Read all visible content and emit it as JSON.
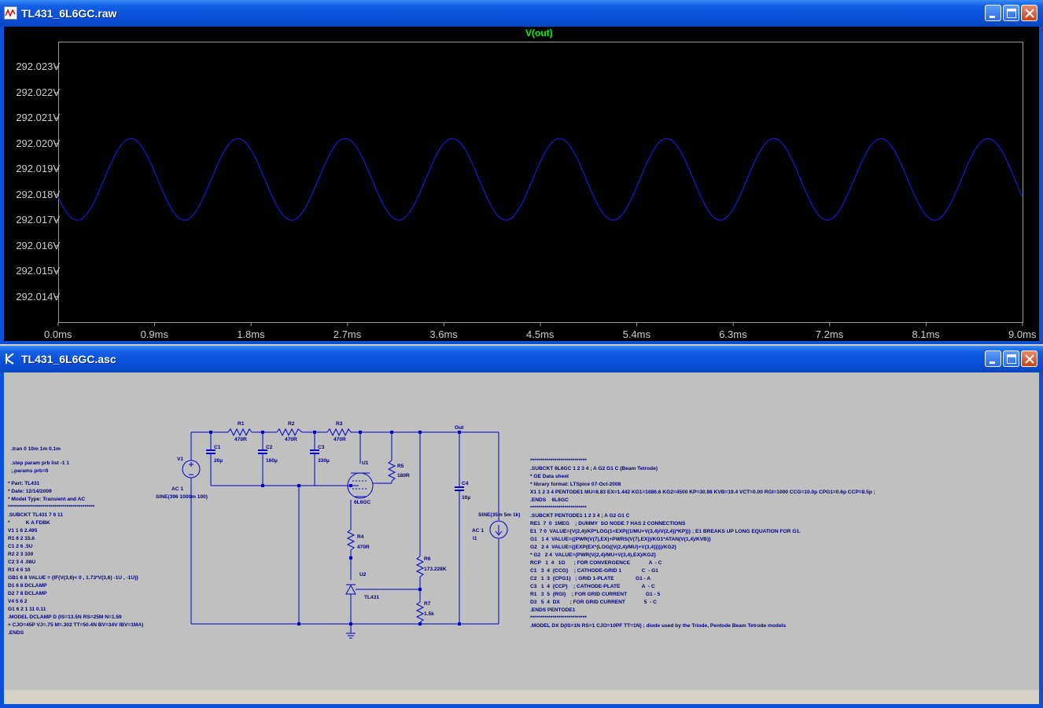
{
  "waveform_window": {
    "title": "TL431_6L6GC.raw",
    "trace_name": "V(out)",
    "trace_color": "#1a1ad8",
    "y_ticks": [
      "292.023V",
      "292.022V",
      "292.021V",
      "292.020V",
      "292.019V",
      "292.018V",
      "292.017V",
      "292.016V",
      "292.015V",
      "292.014V"
    ],
    "x_ticks": [
      "0.0ms",
      "0.9ms",
      "1.8ms",
      "2.7ms",
      "3.6ms",
      "4.5ms",
      "5.4ms",
      "6.3ms",
      "7.2ms",
      "8.1ms",
      "9.0ms"
    ]
  },
  "chart_data": {
    "type": "line",
    "title": "V(out)",
    "xlabel": "",
    "ylabel": "",
    "xlim": [
      0,
      9.0
    ],
    "ylim": [
      292.013,
      292.024
    ],
    "series": [
      {
        "name": "V(out)",
        "frequency_hz": 1000,
        "offset_v": 292.0186,
        "amplitude_v": 0.0016,
        "x_start_ms": 0.0,
        "x_end_ms": 9.0
      }
    ]
  },
  "schematic_window": {
    "title": "TL431_6L6GC.asc",
    "directives": {
      "tran": ".tran 0 10m 1m 0.1m",
      "step": ".step param prb list -1 1",
      "params": ";.params prb=0"
    },
    "tl431_model": [
      "* Part: TL431",
      "* Date: 12/14/2009",
      "* Model Type: Transient and AC",
      "*******************************************",
      ".SUBCKT TL431 7 6 11",
      "*           K A FDBK",
      "V1 1 6 2.495",
      "R1 6 2 15.6",
      "C1 2 6 .5U",
      "R2 2 3 100",
      "C2 3 4 .08U",
      "R3 4 6 10",
      "GB1 6 8 VALUE = {IF(V(3,6)< 0 , 1.73*V(3,6) -1U , -1U)}",
      "D1 6 8 DCLAMP",
      "D2 7 8 DCLAMP",
      "V4 5 6 2",
      "G1 6 2 1 11 0.11",
      ".MODEL DCLAMP D (IS=13.5N RS=25M N=1.59",
      "+ CJO=45P VJ=.75 M=.302 TT=50.4N BV=34V IBV=1MA)",
      ".ENDS"
    ],
    "pentode_model": [
      "****************************",
      ".SUBCKT 6L6GC 1 2 3 4 ; A G2 G1 C (Beam Tetrode)",
      "* GE Data sheet",
      "* library format: LTSpice 07-Oct-2008",
      "X1 1 2 3 4 PENTODE1 MU=8.83 EX=1.442 KG1=1686.6 KG2=4500 KP=30.98 KVB=19.4 VCT=0.00 RGI=1000 CCG=10.0p CPG1=0.6p CCP=8.5p ;",
      ".ENDS    6L6GC",
      "****************************",
      ".SUBCKT PENTODE1 1 2 3 4 ; A G2 G1 C",
      "RE1  7  0  1MEG    ; DUMMY  SO NODE 7 HAS 2 CONNECTIONS",
      "E1  7 0  VALUE={V(2,4)/KP*LOG(1+EXP((1/MU+V(3,4)/V(2,4))*KP))} ; E1 BREAKS UP LONG EQUATION FOR G1.",
      "G1   1 4  VALUE={(PWR(V(7),EX)+PWRS(V(7),EX))/KG1*ATAN(V(1,4)/KVB)}",
      "G2   2 4  VALUE={(EXP(EX*(LOG((V(2,4)/MU)+V(3,4)))))/KG2}",
      "* G2   2 4  VALUE={PWR(V(2,4)/MU+V(3,4),EX)/KG2}",
      "RCP   1  4   1G      ; FOR CONVERGENCE             A  - C",
      "C1   3  4  {CCG}    ; CATHODE-GRID 1              C  - G1",
      "C2   1  3  {CPG1}   ; GRID 1-PLATE               G1 - A",
      "C3   1  4  {CCP}    ; CATHODE-PLATE               A  - C",
      "R1   3  5  {RGI}    ; FOR GRID CURRENT             G1 - 5",
      "D3   5  4  DX       ; FOR GRID CURRENT             5  - C",
      ".ENDS PENTODE1",
      "****************************",
      ".MODEL DX D(IS=1N RS=1 CJO=10PF TT=1N) ; diode used by the Triode, Pentode Beam Tetrode models"
    ],
    "components": {
      "v1_name": "V1",
      "v1_ac": "AC 1",
      "v1_value": "SINE(396 1000m 100)",
      "r1": "R1",
      "r1_val": "470R",
      "r2": "R2",
      "r2_val": "470R",
      "r3": "R3",
      "r3_val": "470R",
      "c1": "C1",
      "c1_val": "20µ",
      "c2": "C2",
      "c2_val": "160µ",
      "c3": "C3",
      "c3_val": "330µ",
      "u1": "U1",
      "u1_val": "6L6GC",
      "r5": "R5",
      "r5_val": "180R",
      "r4": "R4",
      "r4_val": "470R",
      "u2": "U2",
      "u2_val": "TL431",
      "r6": "R6",
      "r6_val": "173.228K",
      "r7": "R7",
      "r7_val": "1.5k",
      "c4": "C4",
      "c4_val": "10µ",
      "out": "Out",
      "i1_name": "I1",
      "i1_ac": "AC 1",
      "i1_value": "SINE(35m 5m 1k)"
    }
  }
}
